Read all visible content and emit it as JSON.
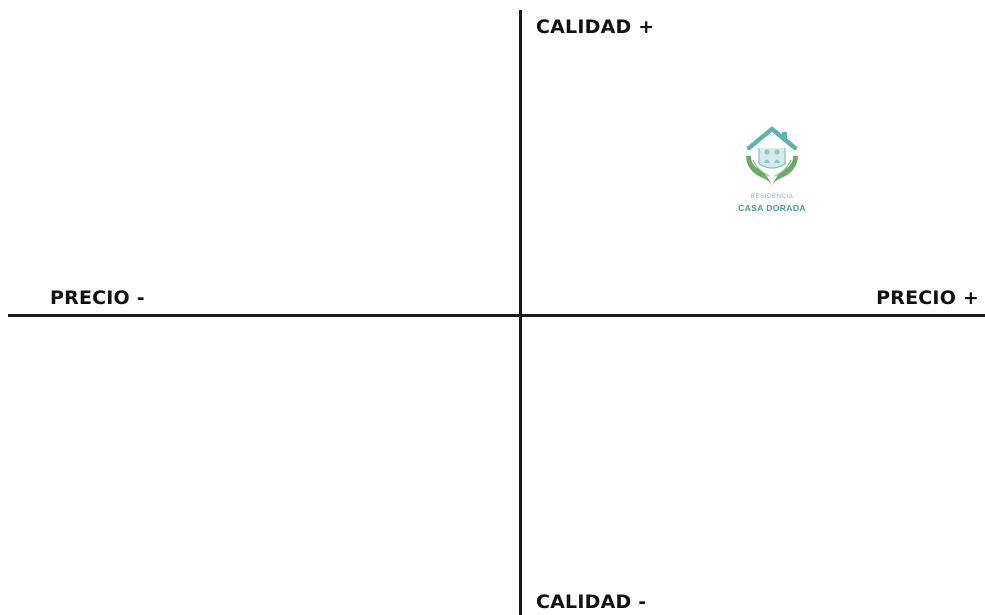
{
  "axes": {
    "top_label": "CALIDAD +",
    "bottom_label": "CALIDAD -",
    "left_label": "PRECIO -",
    "right_label": "PRECIO +"
  },
  "logo": {
    "subtitle": "RESIDENCIA",
    "name": "CASA DORADA",
    "colors": {
      "roof": "#5fb3ae",
      "hands": "#6aaa64",
      "text": "#3f9e9a"
    }
  },
  "colors": {
    "axis_line": "#1a1a1a",
    "label_text": "#111111",
    "background": "#ffffff"
  }
}
